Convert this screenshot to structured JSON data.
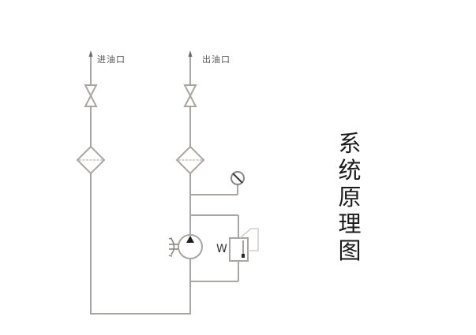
{
  "diagram": {
    "title": "系统原理图",
    "title_chars": [
      "系",
      "统",
      "原",
      "理",
      "图"
    ],
    "labels": {
      "inlet": "进油口",
      "outlet": "出油口",
      "relief_valve_mark": "W"
    },
    "components": [
      {
        "id": "inlet-arrow",
        "type": "flow-arrow"
      },
      {
        "id": "inlet-valve",
        "type": "stop-valve"
      },
      {
        "id": "inlet-filter",
        "type": "filter"
      },
      {
        "id": "outlet-arrow",
        "type": "flow-arrow"
      },
      {
        "id": "outlet-valve",
        "type": "stop-valve"
      },
      {
        "id": "outlet-filter",
        "type": "filter"
      },
      {
        "id": "pressure-gauge",
        "type": "gauge"
      },
      {
        "id": "hydraulic-pump",
        "type": "pump"
      },
      {
        "id": "relief-valve",
        "type": "relief-valve"
      }
    ],
    "colors": {
      "line": "#a9a5a2",
      "text": "#1a1a1a",
      "label": "#555555"
    }
  }
}
